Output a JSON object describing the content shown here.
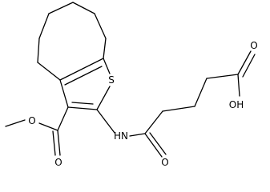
{
  "molecule": {
    "atoms": [
      {
        "id": "O1",
        "label": "O"
      },
      {
        "id": "S1",
        "label": "S"
      },
      {
        "id": "OH1",
        "label": "OH"
      },
      {
        "id": "O2",
        "label": "O"
      },
      {
        "id": "O3",
        "label": "O"
      },
      {
        "id": "N1",
        "label": "HN"
      },
      {
        "id": "O4",
        "label": "O"
      }
    ],
    "colors": {
      "bond": "#000000",
      "label": "#000000",
      "background": "#ffffff"
    }
  }
}
